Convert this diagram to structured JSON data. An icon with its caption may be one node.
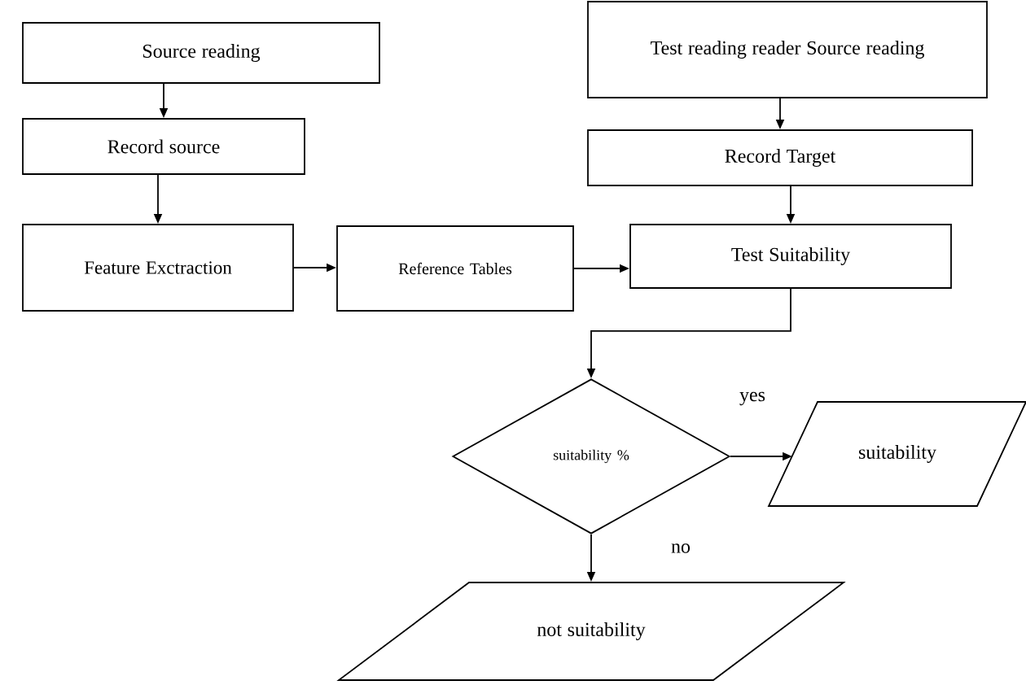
{
  "diagram": {
    "nodes": [
      {
        "text": [
          "Source reading"
        ]
      },
      {
        "text": [
          "Record source"
        ]
      },
      {
        "text": [
          "Feature Exctraction"
        ]
      },
      {
        "text": [
          "Reference Tables"
        ]
      },
      {
        "text": [
          "Test reading reader Source reading"
        ]
      },
      {
        "text": [
          "Record Target"
        ]
      },
      {
        "text": [
          "Test Suitability"
        ]
      },
      {
        "text": [
          "suitability %"
        ]
      },
      {
        "text": [
          "suitability"
        ]
      },
      {
        "text": [
          "not suitability"
        ]
      }
    ],
    "edges": [
      {
        "from": 0,
        "to": 1,
        "arrow": "to"
      },
      {
        "from": 1,
        "to": 2,
        "arrow": "to"
      },
      {
        "from": 2,
        "to": 3,
        "arrow": "to"
      },
      {
        "from": 3,
        "to": 6,
        "arrow": "to"
      },
      {
        "from": 4,
        "to": 5,
        "arrow": "to"
      },
      {
        "from": 5,
        "to": 6,
        "arrow": "to"
      },
      {
        "from": 6,
        "to": 7,
        "arrow": "to"
      },
      {
        "from": 7,
        "to": 8,
        "arrow": "to",
        "label": "yes"
      },
      {
        "from": 7,
        "to": 9,
        "arrow": "to",
        "label": "no"
      }
    ]
  }
}
